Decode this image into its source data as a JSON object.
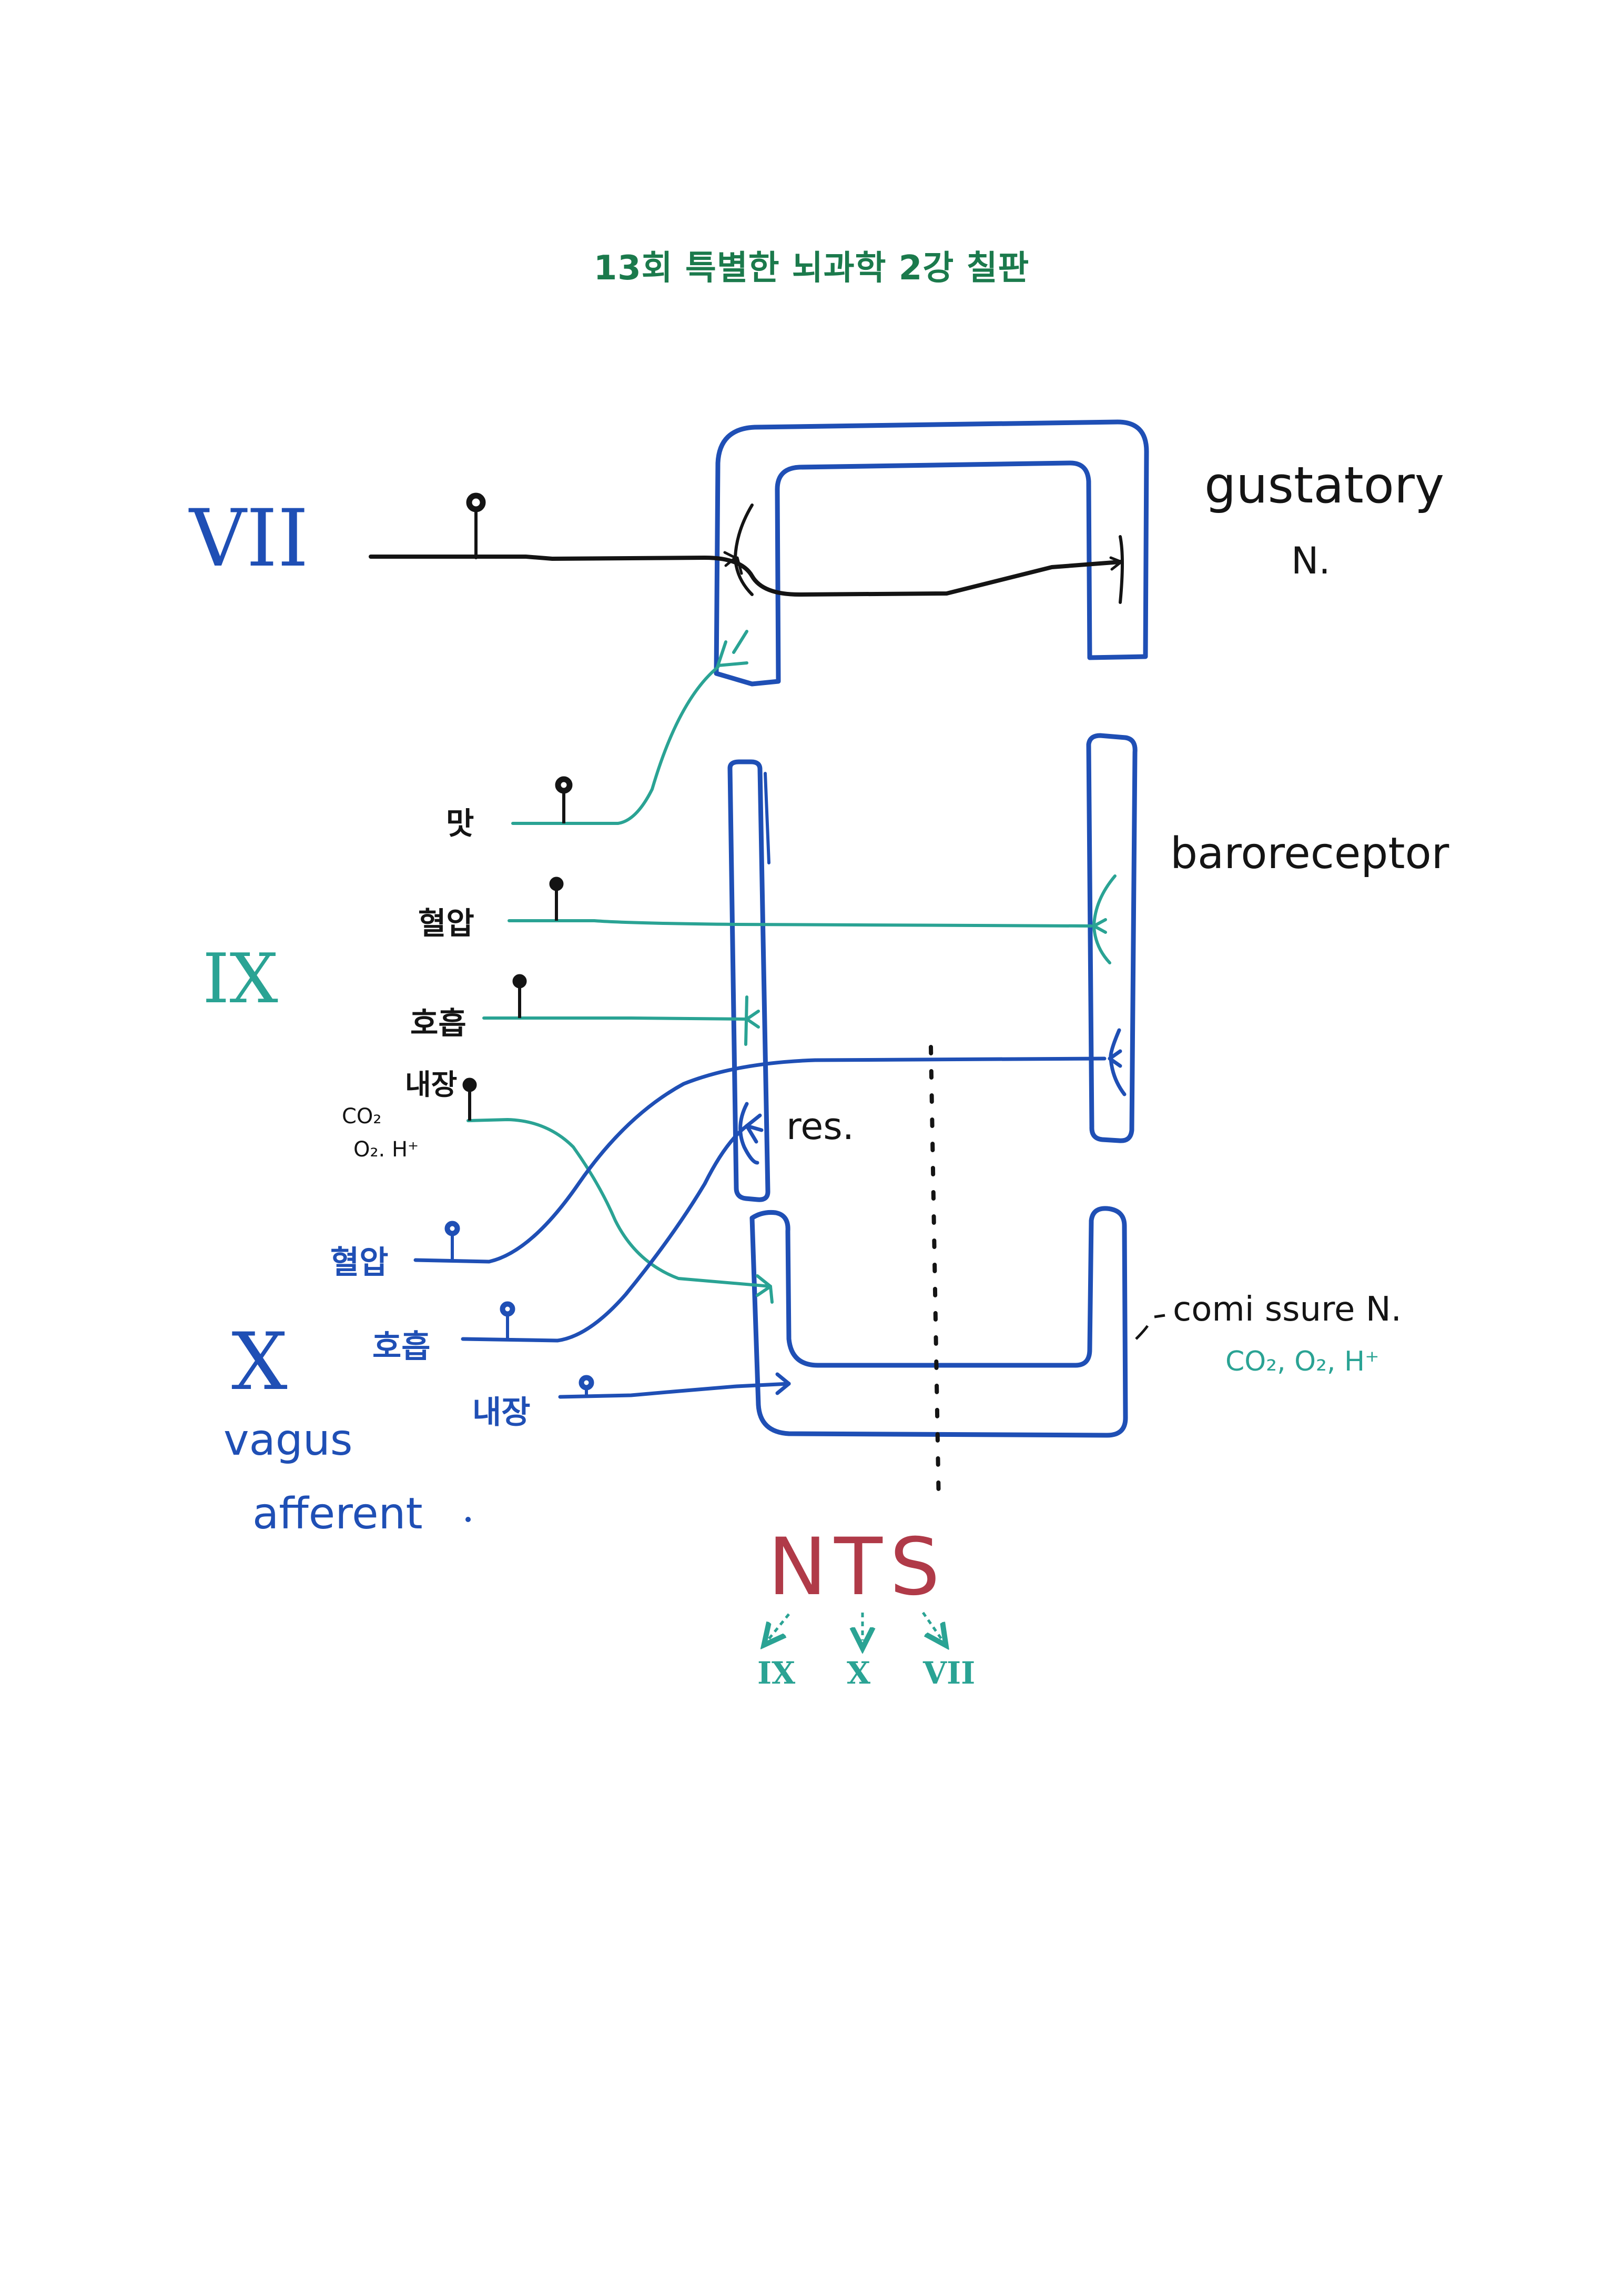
{
  "title": "13회 특별한 뇌과학 2강 칠판",
  "colors": {
    "title": "#1b7a4c",
    "tract": "#1f4fb5",
    "black": "#141414",
    "teal": "#2aa394",
    "nts": "#b03a48"
  },
  "nerves": {
    "facial": "VII",
    "glosso": "IX",
    "vagus": "X",
    "vagus_desc_1": "vagus",
    "vagus_desc_2": "afferent"
  },
  "regions": {
    "gustatory_1": "gustatory",
    "gustatory_2": "N.",
    "baroreceptor": "baroreceptor",
    "res": "res.",
    "commissure": "comi ssure N.",
    "commissure_sub": "CO₂, O₂, H⁺"
  },
  "ix_inputs": {
    "taste": "맛",
    "bp": "혈압",
    "resp": "호흡",
    "visceral": "내장",
    "chemo_1": "CO₂",
    "chemo_2": "O₂. H⁺"
  },
  "x_inputs": {
    "bp": "혈압",
    "resp": "호흡",
    "visceral": "내장"
  },
  "nts": {
    "label": "NTS",
    "out_1": "IX",
    "out_2": "X",
    "out_3": "VII"
  }
}
